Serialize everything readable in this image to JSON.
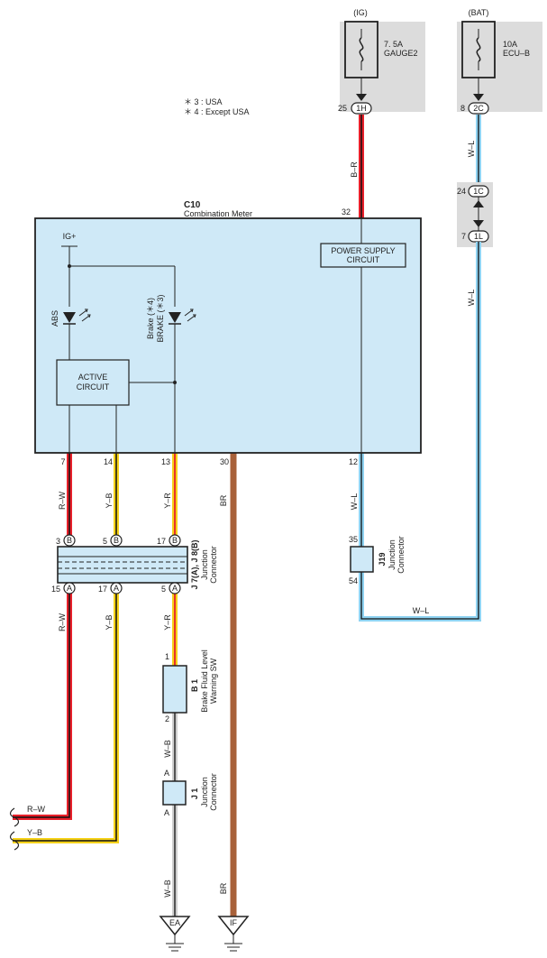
{
  "notes": [
    "＊ 3 : USA",
    "＊ 4 : Except USA"
  ],
  "sources": {
    "ig": {
      "label": "(IG)",
      "fuse_amp": "7. 5A",
      "fuse_name": "GAUGE2",
      "pin_num": "25",
      "pin_id": "1H"
    },
    "bat": {
      "label": "(BAT)",
      "fuse_amp": "10A",
      "fuse_name": "ECU–B",
      "pin_num": "8",
      "pin_id": "2C"
    }
  },
  "meter": {
    "code": "C10",
    "name": "Combination Meter",
    "ig_plus": "IG+",
    "abs_label": "ABS",
    "brake_label_1": "Brake (＊4)",
    "brake_label_2": "BRAKE (＊3)",
    "active_1": "ACTIVE",
    "active_2": "CIRCUIT",
    "power_1": "POWER SUPPLY",
    "power_2": "CIRCUIT",
    "pin_top": "32",
    "pins": [
      "7",
      "14",
      "13",
      "30",
      "12"
    ]
  },
  "inline_connector": {
    "top_num": "24",
    "top_id": "1C",
    "bot_num": "7",
    "bot_id": "1L"
  },
  "wires": {
    "br_top": "B–R",
    "wl_1": "W–L",
    "wl_2": "W–L",
    "rw_1": "R–W",
    "yb_1": "Y–B",
    "yr_1": "Y–R",
    "br_1": "BR",
    "wl_3": "W–L",
    "rw_2": "R–W",
    "yb_2": "Y–B",
    "yr_2": "Y–R",
    "wl_4": "W–L",
    "wb_1": "W–B",
    "wb_2": "W–B",
    "br_2": "BR",
    "rw_end": "R–W",
    "yb_end": "Y–B"
  },
  "junction_j7j8": {
    "code": "J 7(A), J 8(B)",
    "name_1": "Junction",
    "name_2": "Connector",
    "top_pins": [
      {
        "num": "3",
        "id": "B"
      },
      {
        "num": "5",
        "id": "B"
      },
      {
        "num": "17",
        "id": "B"
      }
    ],
    "bottom_pins": [
      {
        "num": "15",
        "id": "A"
      },
      {
        "num": "17",
        "id": "A"
      },
      {
        "num": "5",
        "id": "A"
      }
    ]
  },
  "junction_j19": {
    "code": "J19",
    "name_1": "Junction",
    "name_2": "Connector",
    "pin_top": "35",
    "pin_bot": "54"
  },
  "switch_b1": {
    "code": "B 1",
    "name_1": "Brake Fluid Level",
    "name_2": "Warning SW",
    "pin_top": "1",
    "pin_bot": "2"
  },
  "junction_j1": {
    "code": "J 1",
    "name_1": "Junction",
    "name_2": "Connector",
    "pin_top": "A",
    "pin_bot": "A"
  },
  "grounds": [
    "EA",
    "IF"
  ],
  "colors": {
    "red": "#e8202a",
    "yellow": "#f6d21a",
    "brown": "#a8613a",
    "light_blue": "#8fd3f2",
    "box_fill": "#cfe9f7",
    "gray": "#dcdcdc"
  }
}
